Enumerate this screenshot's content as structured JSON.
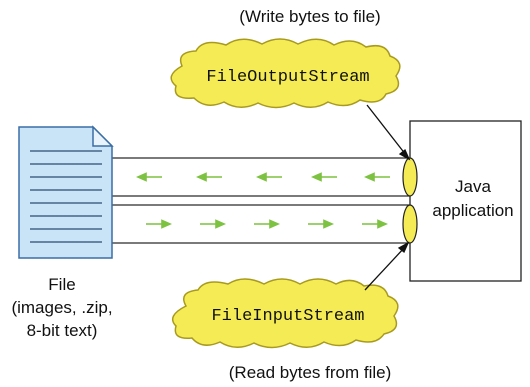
{
  "write_caption": "(Write bytes to file)",
  "read_caption": "(Read bytes from file)",
  "output_stream": {
    "label": "FileOutputStream"
  },
  "input_stream": {
    "label": "FileInputStream"
  },
  "app": {
    "line1": "Java",
    "line2": "application"
  },
  "file": {
    "line1": "File",
    "line2": "(images, .zip,",
    "line3": "8-bit text)"
  },
  "colors": {
    "cloud_fill": "#f5ec55",
    "cloud_stroke": "#a89a1e",
    "pipe_end_fill": "#f5ec55",
    "document_fill": "#c9e3f7",
    "document_stroke": "#3a6ea5",
    "arrow_green": "#7dc241"
  },
  "icons": [
    "document-icon",
    "cloud-shape",
    "pipe-shape",
    "arrow-icon"
  ]
}
